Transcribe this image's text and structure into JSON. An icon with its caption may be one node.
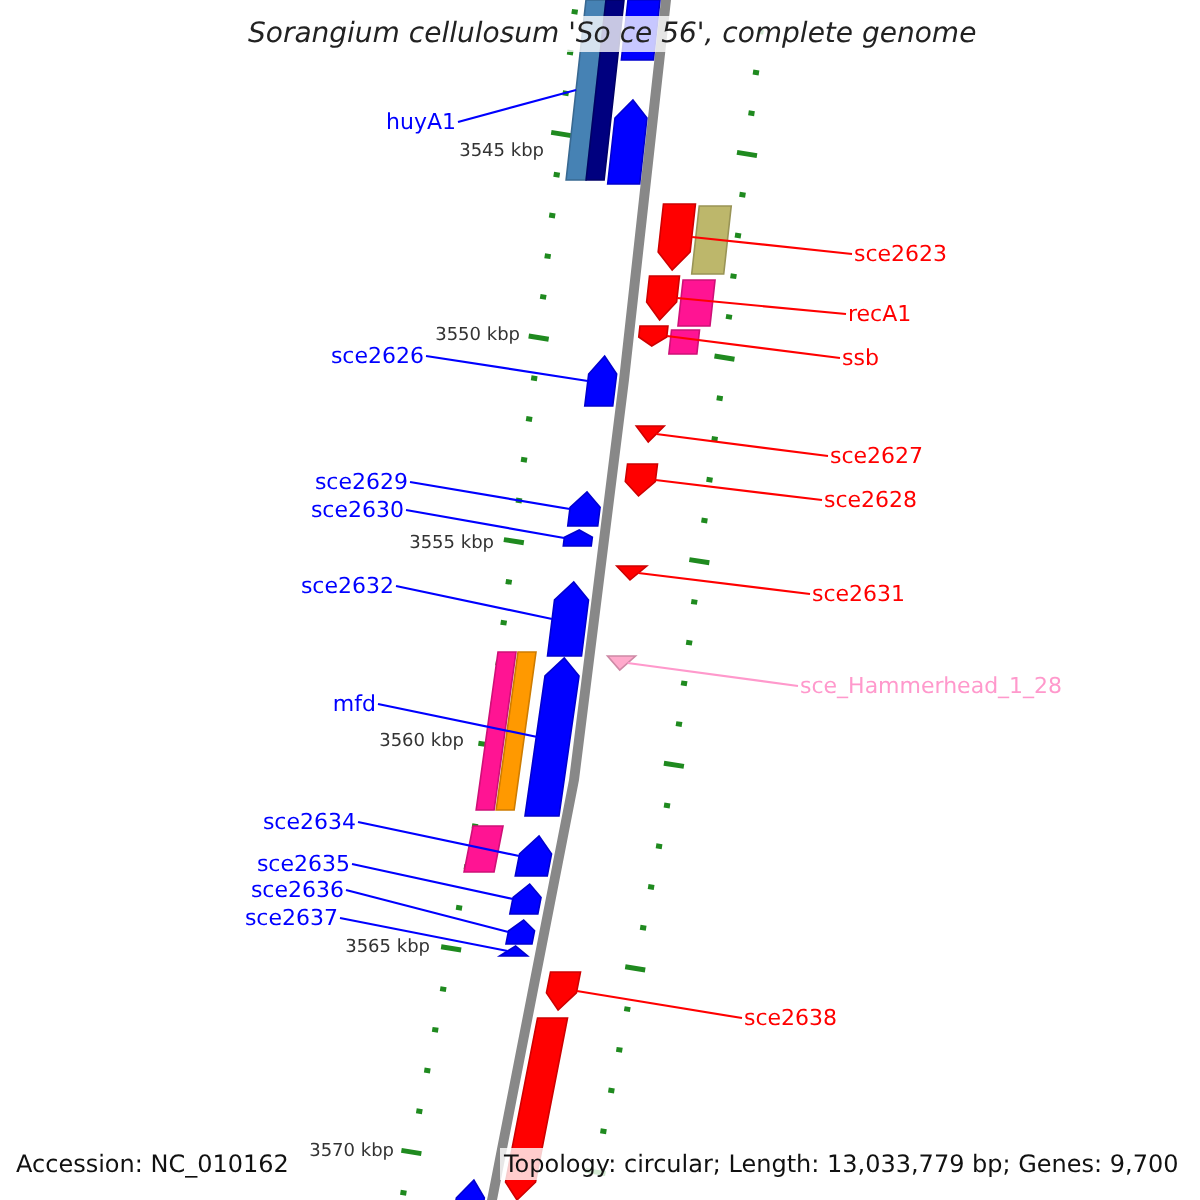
{
  "diagram": {
    "title": "Sorangium cellulosum 'So ce 56', complete genome",
    "nodes": [
      {
        "text": [
          "huyA1"
        ]
      },
      {
        "text": [
          "sce2623"
        ]
      },
      {
        "text": [
          "recA1"
        ]
      },
      {
        "text": [
          "ssb"
        ]
      },
      {
        "text": [
          "sce2626"
        ]
      },
      {
        "text": [
          "sce2627"
        ]
      },
      {
        "text": [
          "sce2628"
        ]
      },
      {
        "text": [
          "sce2629"
        ]
      },
      {
        "text": [
          "sce2630"
        ]
      },
      {
        "text": [
          "sce2631"
        ]
      },
      {
        "text": [
          "sce2632"
        ]
      },
      {
        "text": [
          "sce_Hammerhead_1_28"
        ]
      },
      {
        "text": [
          "mfd"
        ]
      },
      {
        "text": [
          "sce2634"
        ]
      },
      {
        "text": [
          "sce2635"
        ]
      },
      {
        "text": [
          "sce2636"
        ]
      },
      {
        "text": [
          "sce2637"
        ]
      },
      {
        "text": [
          "sce2638"
        ]
      },
      {
        "text": [],
        "shape": "bar"
      },
      {
        "text": [],
        "shape": "bar"
      },
      {
        "text": [],
        "shape": "bar"
      },
      {
        "text": [],
        "shape": "arrow"
      },
      {
        "text": [],
        "shape": "arrow"
      },
      {
        "text": [],
        "shape": "bar"
      },
      {
        "text": [],
        "shape": "arrow"
      },
      {
        "text": [],
        "shape": "bar"
      },
      {
        "text": [],
        "shape": "arrow"
      },
      {
        "text": [],
        "shape": "bar"
      },
      {
        "text": [],
        "shape": "arrow"
      },
      {
        "text": [],
        "shape": "triangle"
      },
      {
        "text": [],
        "shape": "arrow"
      },
      {
        "text": [],
        "shape": "arrow"
      },
      {
        "text": [],
        "shape": "arrow"
      },
      {
        "text": [],
        "shape": "triangle"
      },
      {
        "text": [],
        "shape": "arrow"
      },
      {
        "text": [],
        "shape": "triangle"
      },
      {
        "text": [],
        "shape": "bar"
      },
      {
        "text": [],
        "shape": "bar"
      },
      {
        "text": [],
        "shape": "arrow"
      },
      {
        "text": [],
        "shape": "bar"
      },
      {
        "text": [],
        "shape": "arrow"
      },
      {
        "text": [],
        "shape": "arrow"
      },
      {
        "text": [],
        "shape": "arrow"
      },
      {
        "text": [],
        "shape": "triangle"
      },
      {
        "text": [],
        "shape": "arrow"
      },
      {
        "text": [],
        "shape": "arrow"
      },
      {
        "text": [],
        "shape": "arrow"
      }
    ],
    "edges": [
      {
        "from": 0,
        "to": 18,
        "arrow": "none"
      },
      {
        "from": 1,
        "to": 22,
        "arrow": "none",
        "color": "#ff0000"
      },
      {
        "from": 2,
        "to": 24,
        "arrow": "none",
        "color": "#ff0000"
      },
      {
        "from": 3,
        "to": 26,
        "arrow": "none",
        "color": "#ff0000"
      },
      {
        "from": 4,
        "to": 28,
        "arrow": "none"
      },
      {
        "from": 5,
        "to": 29,
        "arrow": "none",
        "color": "#ff0000"
      },
      {
        "from": 6,
        "to": 30,
        "arrow": "none",
        "color": "#ff0000"
      },
      {
        "from": 7,
        "to": 31,
        "arrow": "none"
      },
      {
        "from": 8,
        "to": 32,
        "arrow": "none"
      },
      {
        "from": 9,
        "to": 33,
        "arrow": "none",
        "color": "#ff0000"
      },
      {
        "from": 10,
        "to": 34,
        "arrow": "none"
      },
      {
        "from": 11,
        "to": 35,
        "arrow": "none",
        "color": "#ff99cc"
      },
      {
        "from": 12,
        "to": 38,
        "arrow": "none"
      },
      {
        "from": 13,
        "to": 40,
        "arrow": "none"
      },
      {
        "from": 14,
        "to": 41,
        "arrow": "none"
      },
      {
        "from": 15,
        "to": 42,
        "arrow": "none"
      },
      {
        "from": 16,
        "to": 43,
        "arrow": "none"
      },
      {
        "from": 17,
        "to": 44,
        "arrow": "none",
        "color": "#ff0000"
      }
    ],
    "labels": [
      "3545 kbp",
      "3550 kbp",
      "3555 kbp",
      "3560 kbp",
      "3565 kbp",
      "3570 kbp",
      "Accession: NC_010162",
      "Topology: circular; Length: 13,033,779 bp; Genes: 9,700"
    ]
  }
}
